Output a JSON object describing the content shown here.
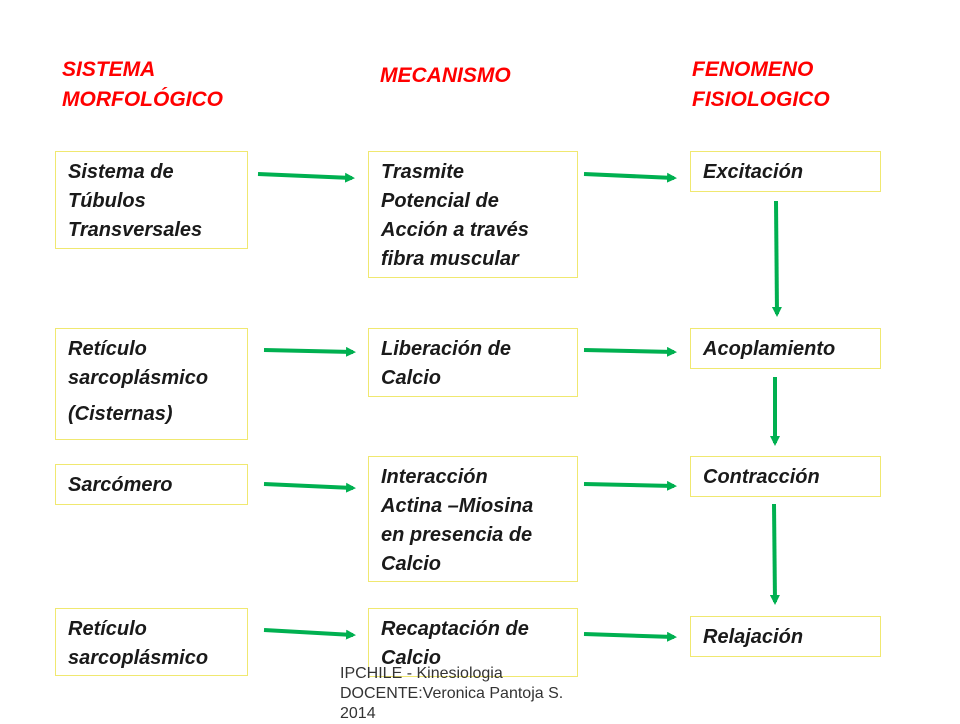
{
  "headers": {
    "morphological": [
      "SISTEMA",
      "MORFOLÓGICO"
    ],
    "mechanism": [
      "MECANISMO"
    ],
    "phenomenon": [
      "FENOMENO",
      "FISIOLOGICO"
    ]
  },
  "rows": [
    {
      "system": [
        "Sistema de",
        "Túbulos",
        "Transversales"
      ],
      "mechanism": [
        "Trasmite",
        "Potencial de",
        "Acción a través",
        "fibra muscular"
      ],
      "phenomenon": [
        "Excitación"
      ]
    },
    {
      "system": [
        "Retículo",
        "sarcoplásmico",
        "(Cisternas)"
      ],
      "mechanism": [
        "Liberación de",
        "Calcio"
      ],
      "phenomenon": [
        "Acoplamiento"
      ]
    },
    {
      "system": [
        "Sarcómero"
      ],
      "mechanism": [
        "Interacción",
        "Actina –Miosina",
        "en presencia de",
        "Calcio"
      ],
      "phenomenon": [
        "Contracción"
      ]
    },
    {
      "system": [
        "Retículo",
        "sarcoplásmico"
      ],
      "mechanism": [
        "Recaptación de",
        "Calcio"
      ],
      "phenomenon": [
        "Relajación"
      ]
    }
  ],
  "footer": [
    "IPCHILE - Kinesiologia",
    "DOCENTE:Veronica Pantoja S.",
    "2014"
  ],
  "colors": {
    "header": "#ff0000",
    "arrow": "#00b050",
    "box_border": "#f0e870"
  }
}
